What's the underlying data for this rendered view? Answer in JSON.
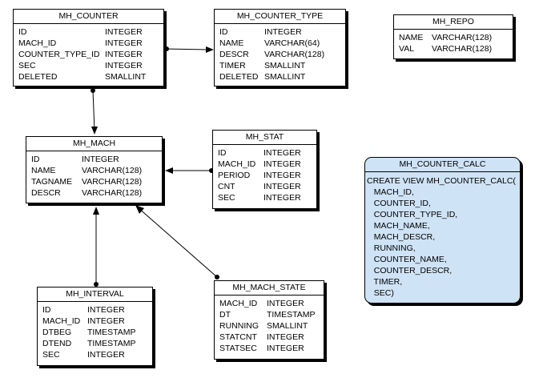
{
  "entities": {
    "mh_counter": {
      "title": "MH_COUNTER",
      "columns": [
        {
          "name": "ID",
          "type": "INTEGER"
        },
        {
          "name": "MACH_ID",
          "type": "INTEGER"
        },
        {
          "name": "COUNTER_TYPE_ID",
          "type": "INTEGER"
        },
        {
          "name": "SEC",
          "type": "INTEGER"
        },
        {
          "name": "DELETED",
          "type": "SMALLINT"
        }
      ]
    },
    "mh_counter_type": {
      "title": "MH_COUNTER_TYPE",
      "columns": [
        {
          "name": "ID",
          "type": "INTEGER"
        },
        {
          "name": "NAME",
          "type": "VARCHAR(64)"
        },
        {
          "name": "DESCR",
          "type": "VARCHAR(128)"
        },
        {
          "name": "TIMER",
          "type": "SMALLINT"
        },
        {
          "name": "DELETED",
          "type": "SMALLINT"
        }
      ]
    },
    "mh_repo": {
      "title": "MH_REPO",
      "columns": [
        {
          "name": "NAME",
          "type": "VARCHAR(128)"
        },
        {
          "name": "VAL",
          "type": "VARCHAR(128)"
        }
      ]
    },
    "mh_mach": {
      "title": "MH_MACH",
      "columns": [
        {
          "name": "ID",
          "type": "INTEGER"
        },
        {
          "name": "NAME",
          "type": "VARCHAR(128)"
        },
        {
          "name": "TAGNAME",
          "type": "VARCHAR(128)"
        },
        {
          "name": "DESCR",
          "type": "VARCHAR(128)"
        }
      ]
    },
    "mh_stat": {
      "title": "MH_STAT",
      "columns": [
        {
          "name": "ID",
          "type": "INTEGER"
        },
        {
          "name": "MACH_ID",
          "type": "INTEGER"
        },
        {
          "name": "PERIOD",
          "type": "INTEGER"
        },
        {
          "name": "CNT",
          "type": "INTEGER"
        },
        {
          "name": "SEC",
          "type": "INTEGER"
        }
      ]
    },
    "mh_interval": {
      "title": "MH_INTERVAL",
      "columns": [
        {
          "name": "ID",
          "type": "INTEGER"
        },
        {
          "name": "MACH_ID",
          "type": "INTEGER"
        },
        {
          "name": "DTBEG",
          "type": "TIMESTAMP"
        },
        {
          "name": "DTEND",
          "type": "TIMESTAMP"
        },
        {
          "name": "SEC",
          "type": "INTEGER"
        }
      ]
    },
    "mh_mach_state": {
      "title": "MH_MACH_STATE",
      "columns": [
        {
          "name": "MACH_ID",
          "type": "INTEGER"
        },
        {
          "name": "DT",
          "type": "TIMESTAMP"
        },
        {
          "name": "RUNNING",
          "type": "SMALLINT"
        },
        {
          "name": "STATCNT",
          "type": "INTEGER"
        },
        {
          "name": "STATSEC",
          "type": "INTEGER"
        }
      ]
    }
  },
  "view": {
    "title": "MH_COUNTER_CALC",
    "lines": [
      "CREATE VIEW MH_COUNTER_CALC(",
      "   MACH_ID,",
      "   COUNTER_ID,",
      "   COUNTER_TYPE_ID,",
      "   MACH_NAME,",
      "   MACH_DESCR,",
      "   RUNNING,",
      "   COUNTER_NAME,",
      "   COUNTER_DESCR,",
      "   TIMER,",
      "   SEC)"
    ],
    "fill_color": "#cfe3f6"
  },
  "relationships": [
    {
      "from": "MH_COUNTER",
      "to": "MH_COUNTER_TYPE"
    },
    {
      "from": "MH_COUNTER",
      "to": "MH_MACH"
    },
    {
      "from": "MH_STAT",
      "to": "MH_MACH"
    },
    {
      "from": "MH_INTERVAL",
      "to": "MH_MACH"
    },
    {
      "from": "MH_MACH_STATE",
      "to": "MH_MACH"
    }
  ]
}
